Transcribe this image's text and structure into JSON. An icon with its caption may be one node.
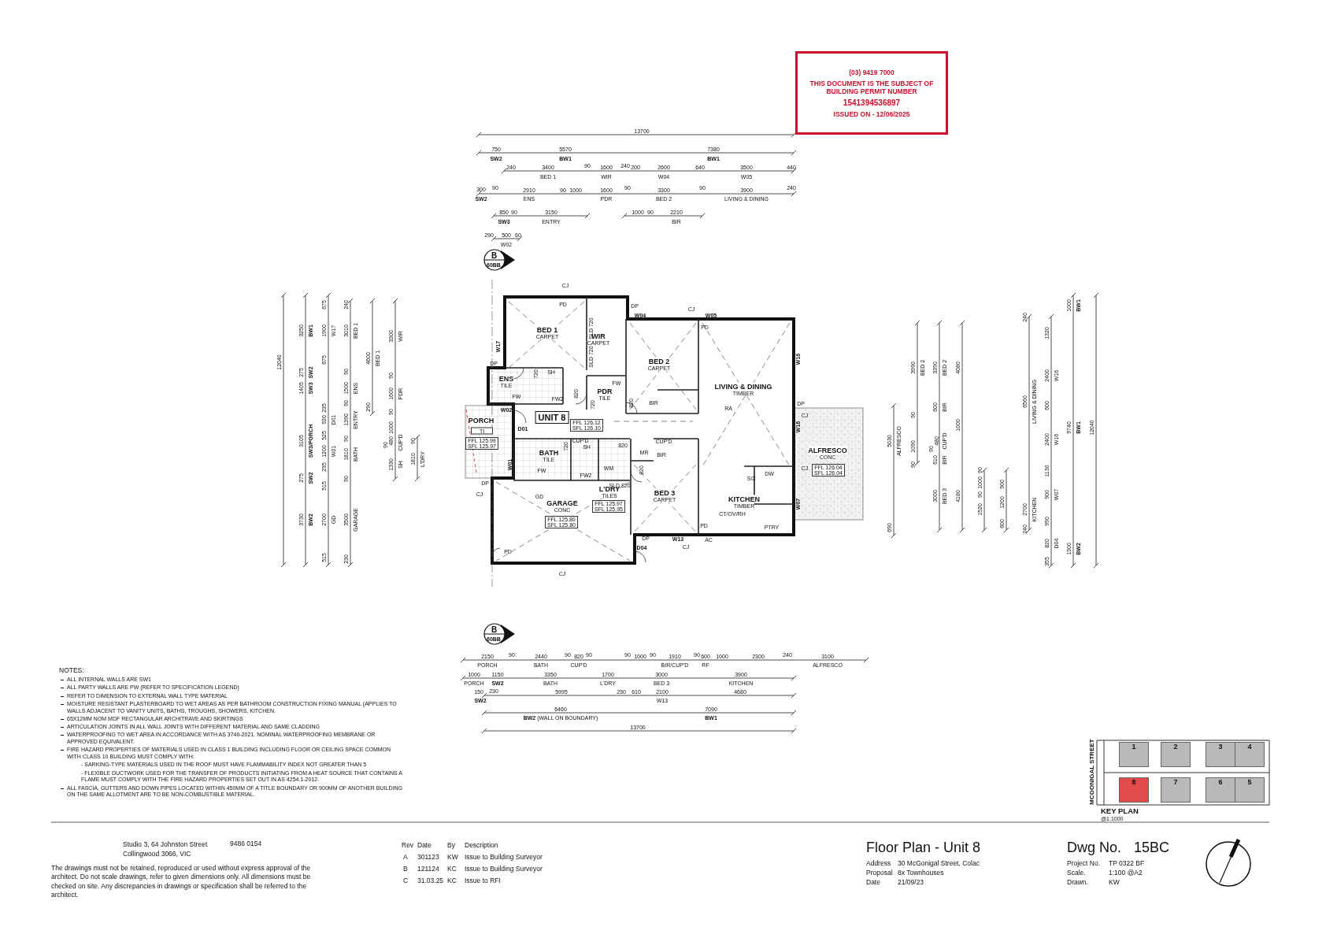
{
  "diagram": {
    "title": "Floor Plan - Unit 8",
    "nodes": [
      {
        "text": [
          "(03) 9419 7000",
          "THIS DOCUMENT IS THE SUBJECT OF BUILDING PERMIT NUMBER",
          "1541394536897",
          "ISSUED ON -  12/06/2025"
        ]
      },
      {
        "text": [
          "B",
          "60BB"
        ]
      },
      {
        "text": [
          "BED 1",
          "CARPET"
        ]
      },
      {
        "text": [
          "WIR",
          "CARPET"
        ]
      },
      {
        "text": [
          "BED 2",
          "CARPET"
        ]
      },
      {
        "text": [
          "ENS",
          "TILE"
        ]
      },
      {
        "text": [
          "PDR",
          "TILE"
        ]
      },
      {
        "text": [
          "LIVING & DINING",
          "TIMBER"
        ]
      },
      {
        "text": [
          "UNIT 8"
        ]
      },
      {
        "text": [
          "FFL 126.12",
          "SFL 126.10"
        ]
      },
      {
        "text": [
          "PORCH"
        ]
      },
      {
        "text": [
          "TI"
        ]
      },
      {
        "text": [
          "FFL 125.99",
          "SFL 125.97"
        ]
      },
      {
        "text": [
          "BATH",
          "TILE"
        ]
      },
      {
        "text": [
          "ALFRESCO",
          "CONC"
        ]
      },
      {
        "text": [
          "FFL 126.04",
          "SFL 126.04"
        ]
      },
      {
        "text": [
          "L'DRY",
          "TILES"
        ]
      },
      {
        "text": [
          "FFL 125.97",
          "SFL 125.95"
        ]
      },
      {
        "text": [
          "BED 3",
          "CARPET"
        ]
      },
      {
        "text": [
          "KITCHEN",
          "TIMBER"
        ]
      },
      {
        "text": [
          "GARAGE",
          "CONC"
        ]
      },
      {
        "text": [
          "FFL 125.80",
          "SFL 125.80"
        ]
      },
      {
        "text": [
          "B",
          "60BB"
        ]
      },
      {
        "text": [
          "1"
        ]
      },
      {
        "text": [
          "2"
        ]
      },
      {
        "text": [
          "3"
        ]
      },
      {
        "text": [
          "4"
        ]
      },
      {
        "text": [
          "8"
        ]
      },
      {
        "text": [
          "7"
        ]
      },
      {
        "text": [
          "6"
        ]
      },
      {
        "text": [
          "5"
        ]
      }
    ],
    "labels": [
      "13700",
      "750",
      "5570",
      "7380",
      "SW2",
      "BW1",
      "BW1",
      "240",
      "3400",
      "90",
      "1600",
      "240",
      "200",
      "2600",
      "640",
      "3500",
      "440",
      "BED 1",
      "WIR",
      "W04",
      "W05",
      "300",
      "90",
      "2910",
      "90",
      "1000",
      "1600",
      "90",
      "3300",
      "90",
      "3900",
      "240",
      "SW2",
      "ENS",
      "PDR",
      "BED 2",
      "LIVING & DINING",
      "850",
      "90",
      "3150",
      "1000",
      "90",
      "2210",
      "SW3",
      "ENTRY",
      "BIR",
      "290",
      "500",
      "60",
      "W02",
      "12040",
      "3250",
      "BW1",
      "275",
      "SW2",
      "1405",
      "SW3",
      "3105",
      "SW3/PORCH",
      "275",
      "SW2",
      "3730",
      "BW2",
      "675",
      "1900",
      "W17",
      "675",
      "235",
      "920",
      "D01",
      "525",
      "1200",
      "W01",
      "235",
      "515",
      "2700",
      "GD",
      "515",
      "240",
      "3010",
      "BED 1",
      "90",
      "1500",
      "ENS",
      "90",
      "1390",
      "ENTRY",
      "90",
      "1810",
      "BATH",
      "90",
      "3500",
      "GARAGE",
      "230",
      "4600",
      "BED 1",
      "290",
      "3300",
      "WIR",
      "90",
      "1600",
      "PDR",
      "90",
      "1000",
      "90",
      "480",
      "CUP'D",
      "1330",
      "SH",
      "90",
      "1810",
      "L'DRY",
      "5030",
      "ALFRESCO",
      "690",
      "3990",
      "BED 2",
      "90",
      "1090",
      "90",
      "3390",
      "BED 2",
      "600",
      "BIR",
      "90",
      "480",
      "CUP'D",
      "610",
      "BIR",
      "3000",
      "BED 3",
      "4080",
      "1000",
      "4180",
      "90",
      "1000",
      "90",
      "1520",
      "900",
      "1200",
      "600",
      "240",
      "6560",
      "LIVING & DINING",
      "2700",
      "KITCHEN",
      "240",
      "1320",
      "2400",
      "W16",
      "600",
      "2400",
      "W16",
      "1130",
      "900",
      "W07",
      "990",
      "820",
      "D04",
      "355",
      "1000",
      "BW1",
      "9740",
      "BW1",
      "1300",
      "BW2",
      "12040",
      "2150",
      "90",
      "2440",
      "90",
      "820",
      "90",
      "90",
      "1000",
      "90",
      "1910",
      "90",
      "600",
      "1000",
      "2300",
      "240",
      "3100",
      "PORCH",
      "BATH",
      "CUP'D",
      "BIR/CUP'D",
      "RF",
      "ALFRESCO",
      "1000",
      "1150",
      "3350",
      "1700",
      "3000",
      "3900",
      "PORCH",
      "SW2",
      "BATH",
      "L'DRY",
      "BED 3",
      "KITCHEN",
      "150",
      "230",
      "5995",
      "230",
      "610",
      "2100",
      "4680",
      "SW2",
      "W13",
      "6460",
      "7090",
      "**BW2** (WALL ON BOUNDARY)",
      "BW1",
      "13700",
      "CJ",
      "PD",
      "DP",
      "W04",
      "CJ",
      "W05",
      "PD",
      "SLD 720",
      "SLD 720",
      "W17",
      "W16",
      "DP",
      "720",
      "SH",
      "FW",
      "FW2",
      "FW",
      "820",
      "820",
      "BIR",
      "RA",
      "720",
      "DP",
      "CJ",
      "W02",
      "D01",
      "W16",
      "CUP'D",
      "CUP'D",
      "820",
      "SH",
      "720",
      "MR",
      "BIR",
      "W01",
      "FW2",
      "WM",
      "FW",
      "820",
      "CJ",
      "S/2",
      "DW",
      "SLD 820",
      "DP",
      "CJ",
      "GD",
      "W07",
      "CT/OV/RH",
      "PTRY",
      "PD",
      "DP",
      "W13",
      "AC",
      "D04",
      "CJ",
      "PD",
      "CJ",
      "NOTES:",
      "ALL INTERNAL WALLS ARE SW1",
      "ALL PARTY WALLS ARE PW (REFER TO SPECIFICATION LEGEND)",
      "REFER TO DIMENSION TO EXTERNAL WALL TYPE MATERIAL",
      "MOISTURE RESISTANT PLASTERBOARD TO WET AREAS AS PER BATHROOM CONSTRUCTION FIXING MANUAL (APPLIES TO  WALLS ADJACENT TO VANITY UNITS, BATHS, TROUGHS, SHOWERS, KITCHEN.",
      "65X12MM NOM MDF RECTANGULAR ARCHITRAVE AND SKIRTINGS",
      "ARTICULATION JOINTS IN ALL WALL JOINTS WITH DIFFERENT MATERIAL AND SAME CLADDING",
      "WATERPROOFING TO WET AREA IN ACCORDANCE WITH AS 3740-2021. NOMINAL WATERPROOFING MEMBRANE OR APPROVED EQUIVALENT.",
      "FIRE HAZARD PROPERTIES OF MATERIALS USED IN CLASS 1 BUILDING INCLUDING FLOOR OR CEILING SPACE COMMON WITH CLASS 10 BUILDING MUST COMPLY WITH:",
      "- SARKING-TYPE MATERIALS USED IN THE ROOF MUST HAVE FLAMMABILITY INDEX NOT GREATER THAN 5",
      "- FLEXIBLE DUCTWORK USED FOR THE TRANSFER OF PRODUCTS INITIATING FROM A HEAT SOURCE THAT CONTAINS A FLAME MUST COMPLY WITH THE FIRE HAZARD PROPERTIES SET OUT IN AS 4254.1-2012.",
      "ALL FASCIA, GUTTERS AND DOWN PIPES LOCATED WITHIN 450MM OF A TITLE BOUNDARY OR 900MM OF ANOTHER BUILDING ON THE SAME ALLOTMENT ARE TO BE NON-COMBUSTIBLE MATERIAL.",
      "Studio 3, 64 Johnston Street Collingwood 3066, VIC",
      "9486 0154",
      "The drawings must not be retained, reproduced or used without express approval of the architect. Do not scale drawings, refer to given dimensions only. All dimensions must be checked on site. Any discrepancies in drawings or specification shall be referred to the architect.",
      "Rev",
      "Date",
      "By",
      "Description",
      "A",
      "301123",
      "KW",
      "Issue to Building Surveyor",
      "B",
      "121124",
      "KC",
      "Issue to Building Surveyor",
      "C",
      "31.03.25",
      "KC",
      "Issue to RFI",
      "Address",
      "30 McGonigal Street, Colac",
      "Proposal",
      "8x Townhouses",
      "Date",
      "21/09/23",
      "Dwg No.",
      "15BC",
      "Project No.",
      "TP 0322 BF",
      "Scale.",
      "1:100 @A2",
      "Drawn.",
      "KW",
      "MCGONIGAL STREET",
      "KEY PLAN",
      "@1:1000"
    ]
  }
}
